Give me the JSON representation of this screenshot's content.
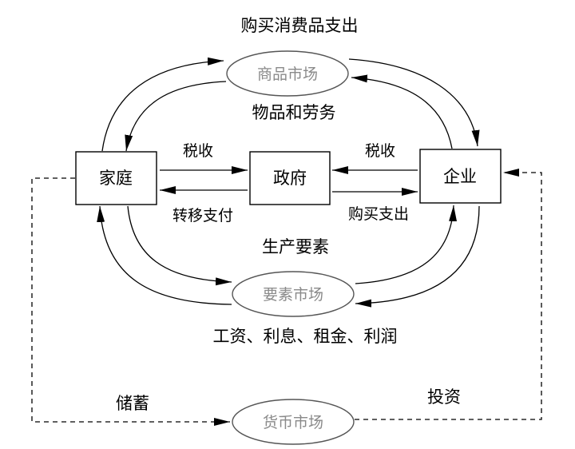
{
  "diagram": {
    "markets": {
      "goods": "商品市场",
      "factor": "要素市场",
      "money": "货币市场"
    },
    "sectors": {
      "household": "家庭",
      "government": "政府",
      "firm": "企业"
    },
    "flows": {
      "goods_spending": "购买消费品支出",
      "goods_services": "物品和劳务",
      "tax_household": "税收",
      "tax_firm": "税收",
      "transfer_payment": "转移支付",
      "gov_purchase": "购买支出",
      "factors_of_production": "生产要素",
      "factor_income": "工资、利息、租金、利润",
      "savings": "储蓄",
      "investment": "投资"
    },
    "colors": {
      "stroke": "#000000",
      "market_border": "#555555",
      "market_text": "#8a8a8a"
    }
  }
}
